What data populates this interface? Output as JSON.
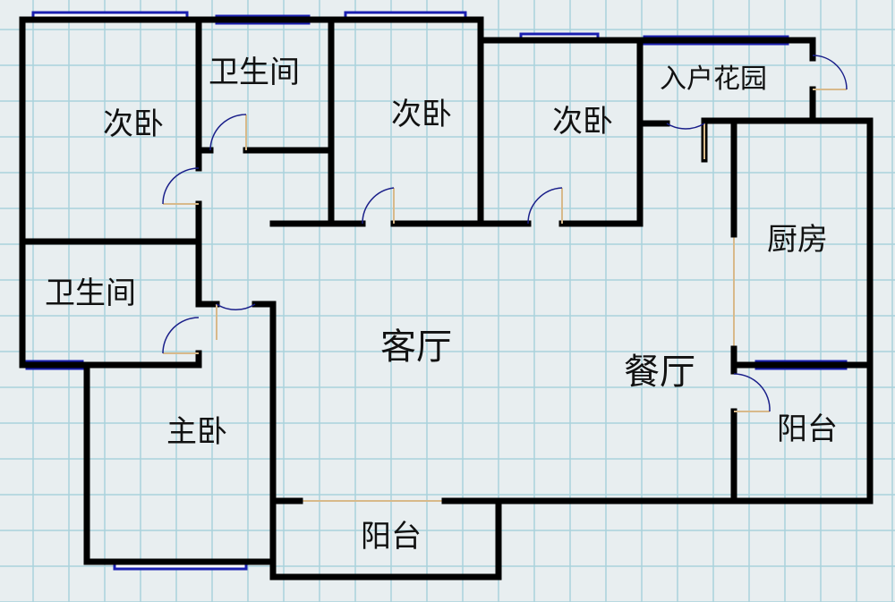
{
  "plan": {
    "rooms": {
      "bedroom_2a": "次卧",
      "bathroom_1": "卫生间",
      "bedroom_2b": "次卧",
      "bedroom_2c": "次卧",
      "entry_garden": "入户花园",
      "kitchen": "厨房",
      "bathroom_2": "卫生间",
      "living_room": "客厅",
      "dining_room": "餐厅",
      "balcony_1": "阳台",
      "master_bedroom": "主卧",
      "balcony_2": "阳台"
    },
    "colors": {
      "wall": "#000000",
      "window": "#1a1fb0",
      "door_arc": "#1a1f8a",
      "grid": "#a9d2dc",
      "background": "#e8eef0"
    }
  }
}
